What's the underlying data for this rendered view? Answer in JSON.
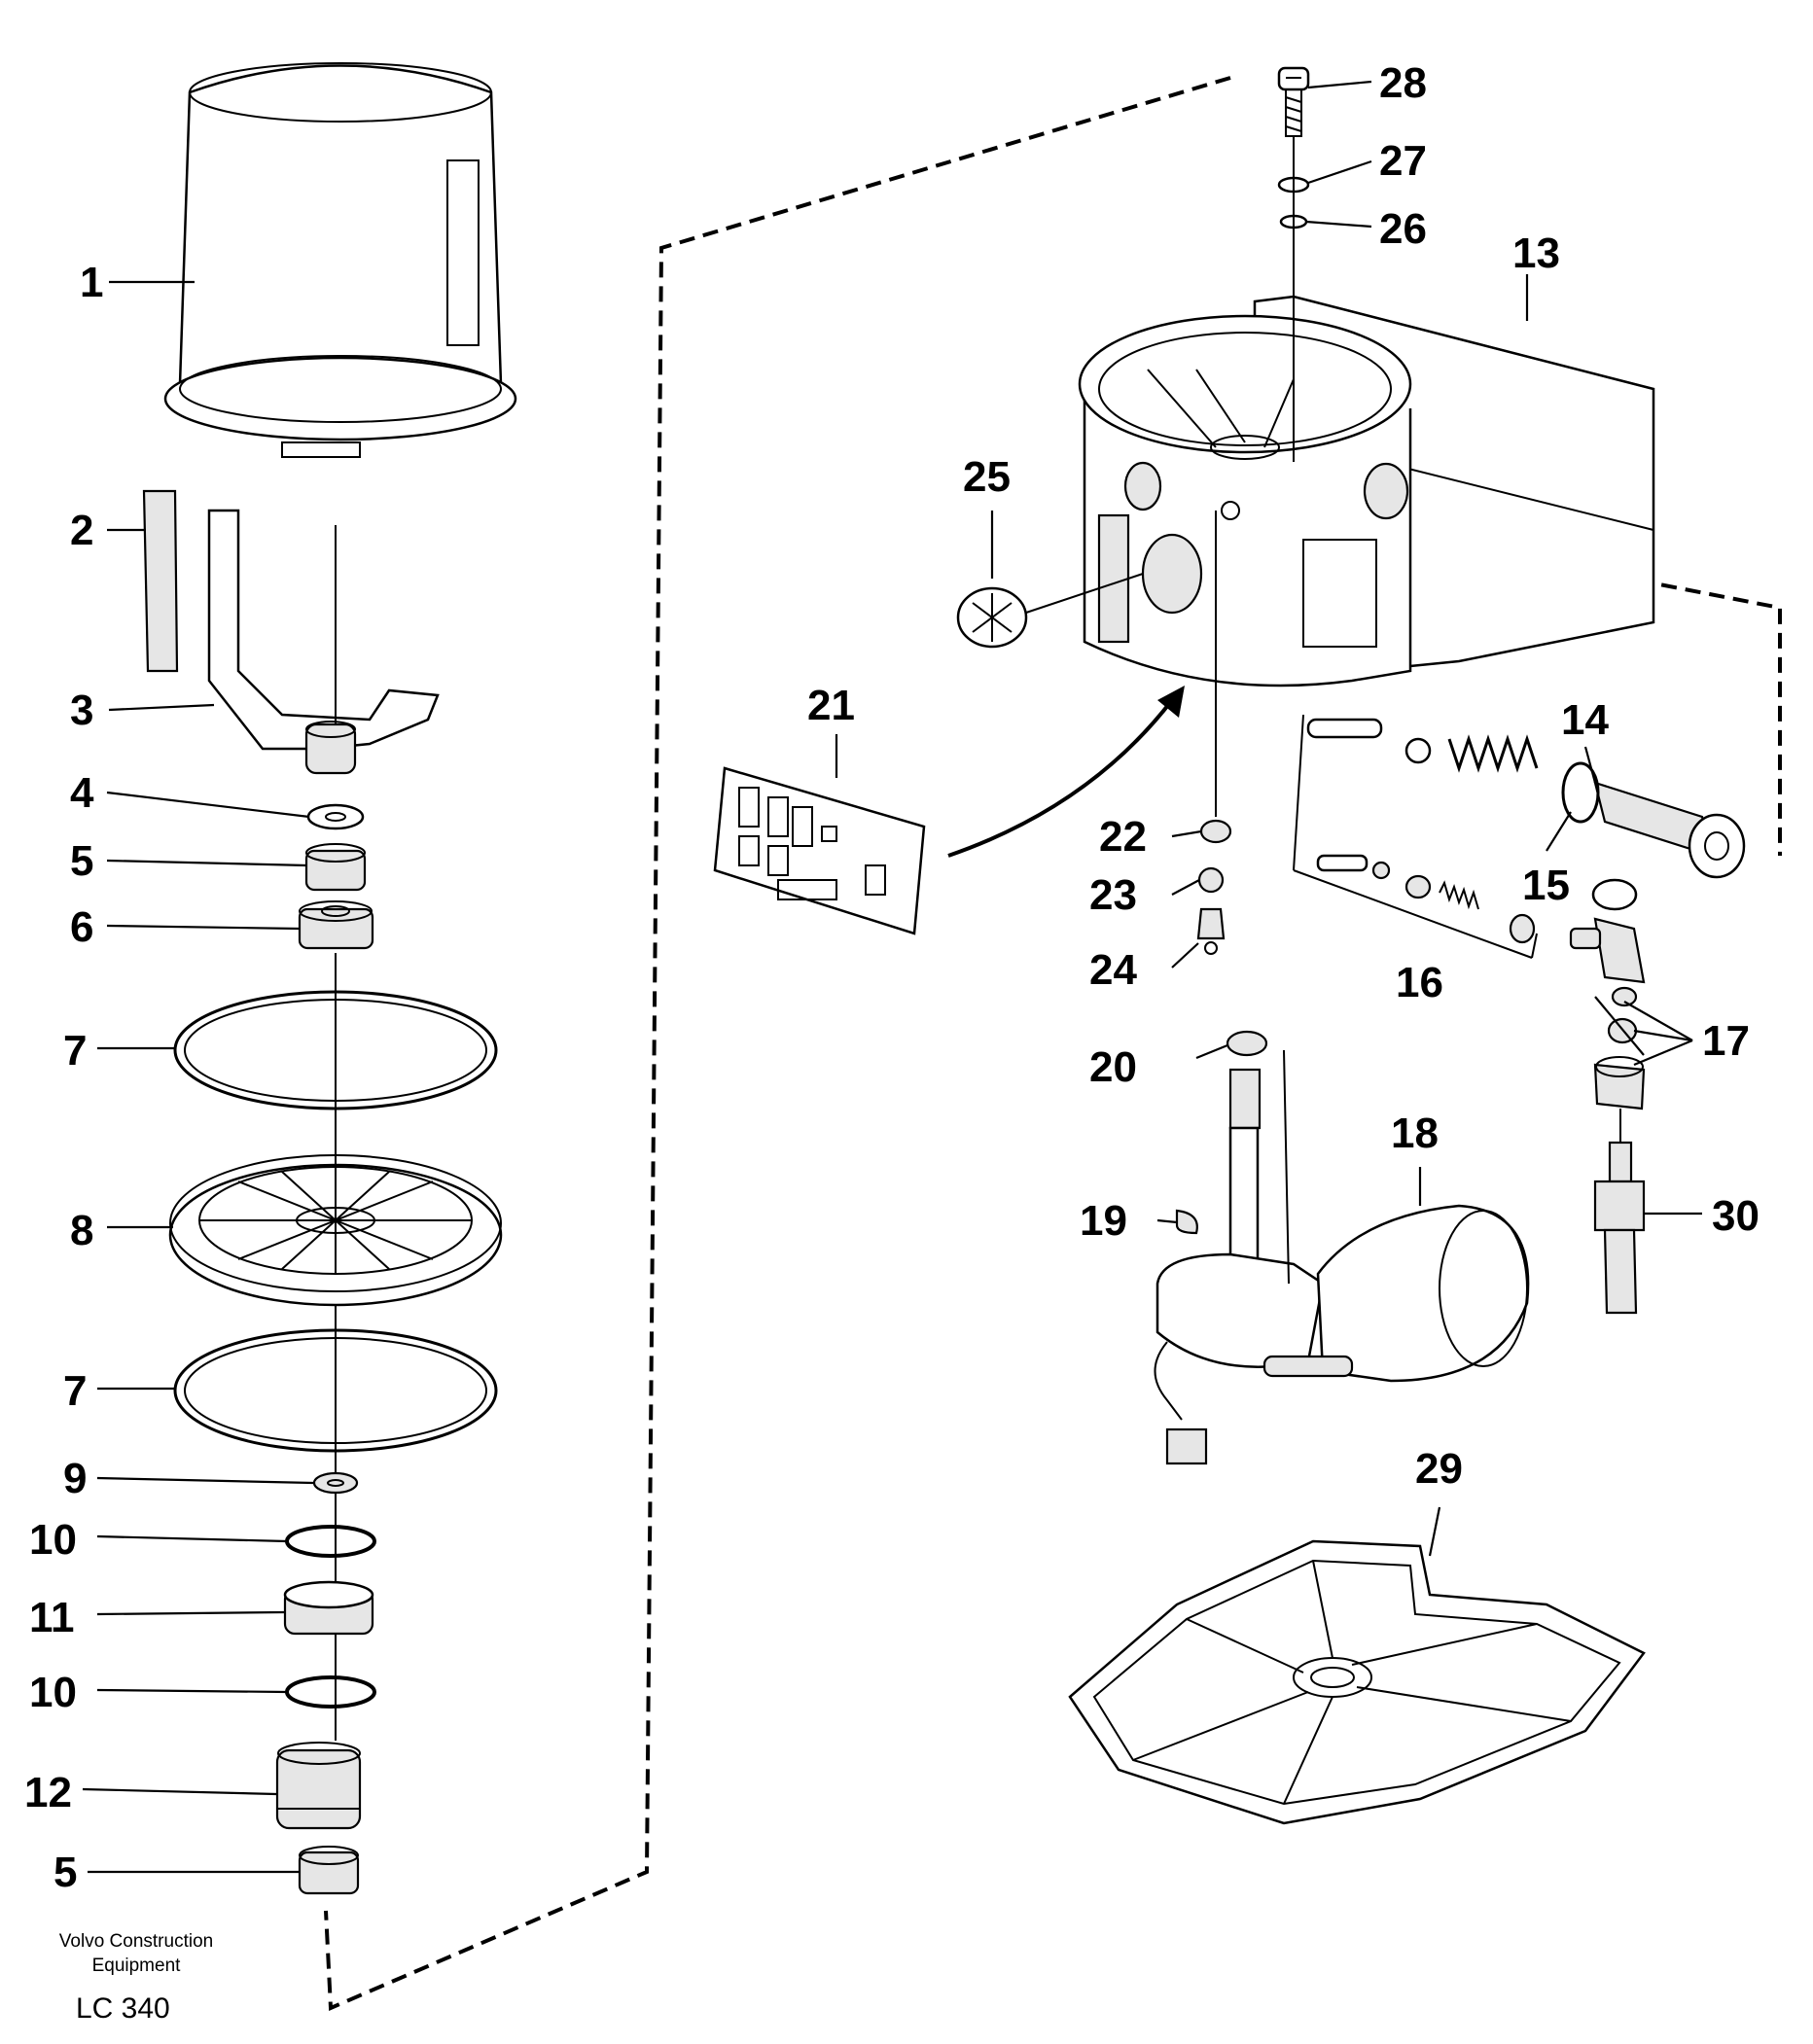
{
  "caption": {
    "line1": "Volvo Construction",
    "line2": "Equipment",
    "doc_id": "LC 340"
  },
  "callouts": {
    "p1": "1",
    "p2": "2",
    "p3": "3",
    "p4": "4",
    "p5a": "5",
    "p6": "6",
    "p7a": "7",
    "p8": "8",
    "p7b": "7",
    "p9": "9",
    "p10a": "10",
    "p11": "11",
    "p10b": "10",
    "p12": "12",
    "p5b": "5",
    "p13": "13",
    "p14": "14",
    "p15": "15",
    "p16": "16",
    "p17": "17",
    "p18": "18",
    "p19": "19",
    "p20": "20",
    "p21": "21",
    "p22": "22",
    "p23": "23",
    "p24": "24",
    "p25": "25",
    "p26": "26",
    "p27": "27",
    "p28": "28",
    "p29": "29",
    "p30": "30"
  },
  "colors": {
    "ink": "#000000",
    "paper": "#ffffff",
    "shade": "#e6e6e6"
  }
}
